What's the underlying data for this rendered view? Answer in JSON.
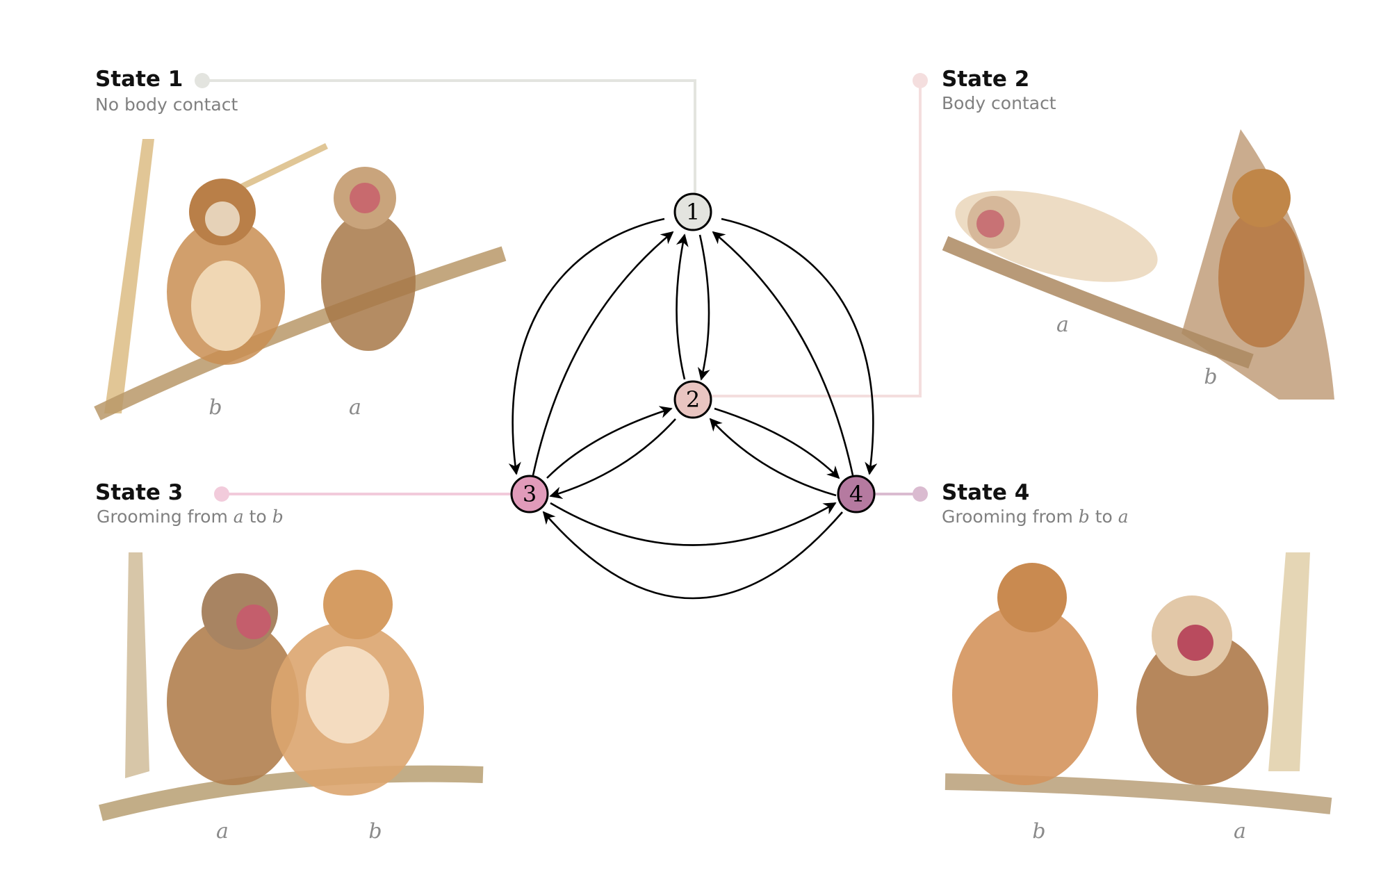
{
  "states": [
    {
      "title": "State 1",
      "subtitle": "No body contact",
      "node": "1",
      "color": "#e3e4df",
      "dot_color": "#e3e4df",
      "individuals": [
        "b",
        "a"
      ]
    },
    {
      "title": "State 2",
      "subtitle": "Body contact",
      "node": "2",
      "color": "#e9c5c1",
      "dot_color": "#f4dede",
      "individuals": [
        "a",
        "b"
      ]
    },
    {
      "title": "State 3",
      "subtitle_parts": [
        "Grooming from ",
        "a",
        " to ",
        "b"
      ],
      "node": "3",
      "color": "#e19bba",
      "dot_color": "#f2cbdb",
      "individuals": [
        "a",
        "b"
      ]
    },
    {
      "title": "State 4",
      "subtitle_parts": [
        "Grooming from ",
        "b",
        " to ",
        "a"
      ],
      "node": "4",
      "color": "#b57aa0",
      "dot_color": "#dabbd0",
      "individuals": [
        "b",
        "a"
      ]
    }
  ],
  "transitions": [
    [
      "1",
      "2"
    ],
    [
      "2",
      "1"
    ],
    [
      "1",
      "3"
    ],
    [
      "3",
      "1"
    ],
    [
      "1",
      "4"
    ],
    [
      "4",
      "1"
    ],
    [
      "2",
      "3"
    ],
    [
      "3",
      "2"
    ],
    [
      "2",
      "4"
    ],
    [
      "4",
      "2"
    ],
    [
      "3",
      "4"
    ],
    [
      "4",
      "3"
    ]
  ]
}
